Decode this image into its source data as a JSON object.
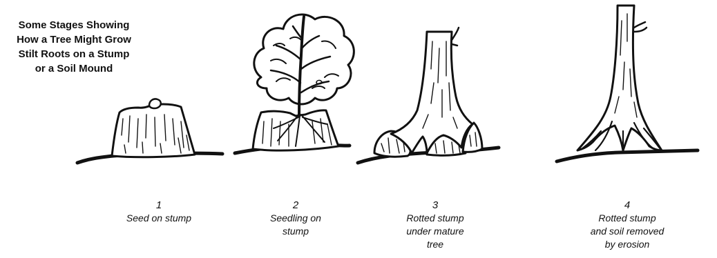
{
  "title_lines": [
    "Some Stages Showing",
    "How a Tree Might Grow",
    "Stilt Roots on a Stump",
    "or a Soil Mound"
  ],
  "stages": [
    {
      "number": "1",
      "caption_lines": [
        "Seed on stump"
      ]
    },
    {
      "number": "2",
      "caption_lines": [
        "Seedling on",
        "stump"
      ]
    },
    {
      "number": "3",
      "caption_lines": [
        "Rotted stump",
        "under mature",
        "tree"
      ]
    },
    {
      "number": "4",
      "caption_lines": [
        "Rotted stump",
        "and soil removed",
        "by erosion"
      ]
    }
  ]
}
